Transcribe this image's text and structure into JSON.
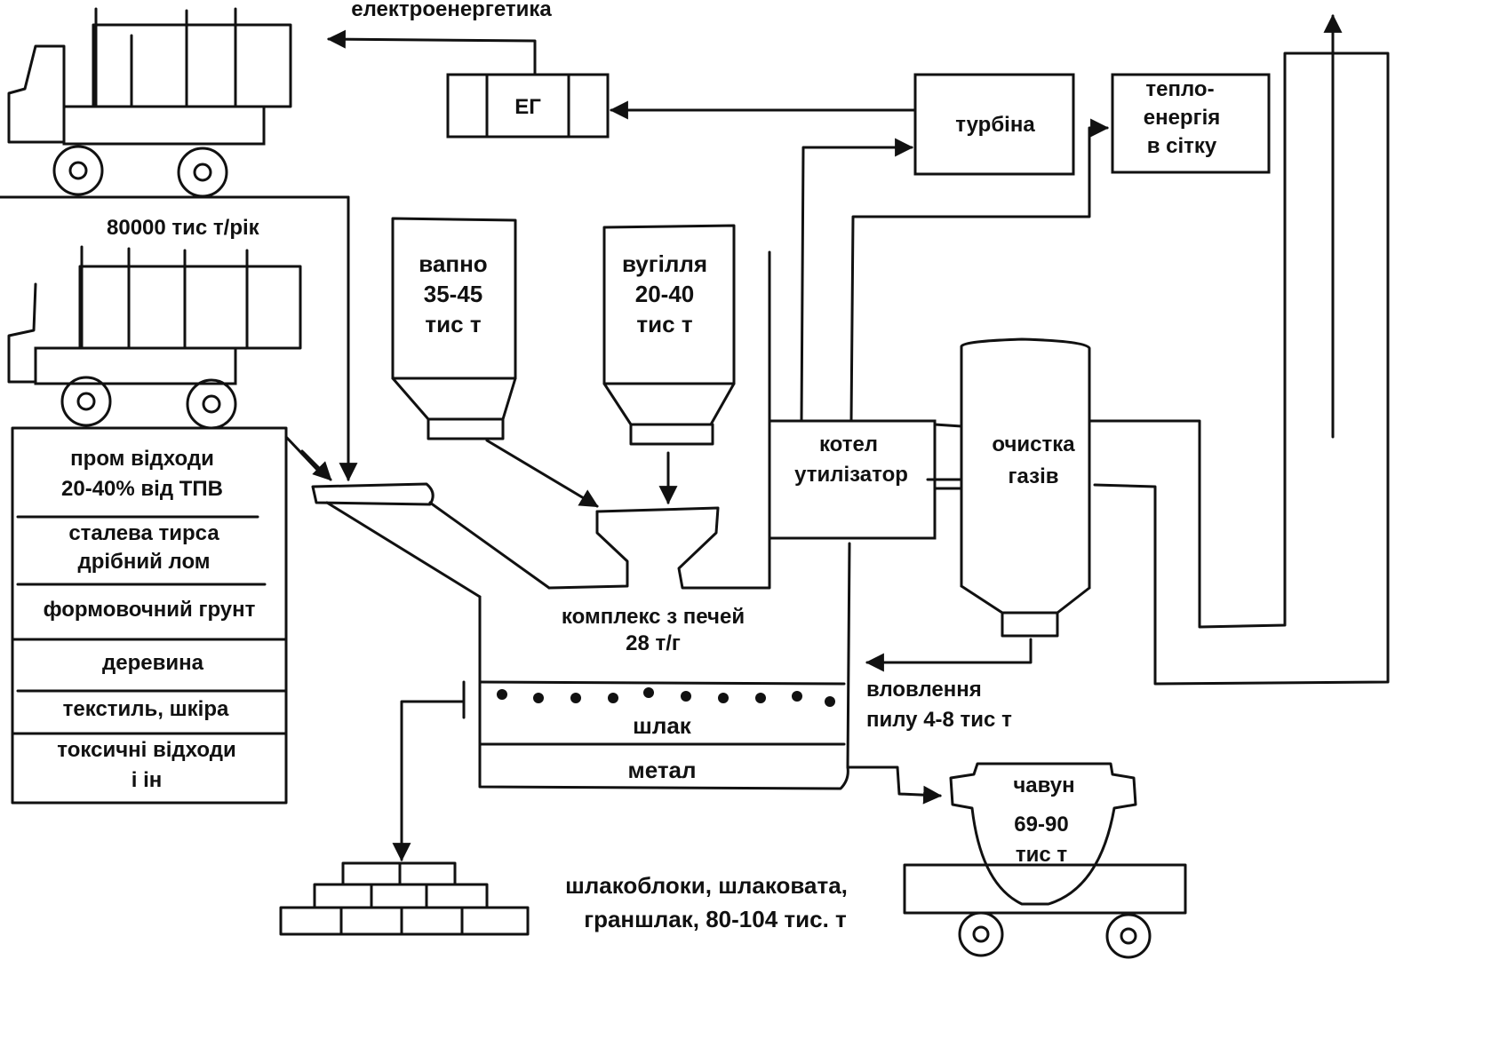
{
  "diagram": {
    "top_label": "електроенергетика",
    "generator": "ЕГ",
    "turbine": "турбіна",
    "heat": [
      "тепло-",
      "енергія",
      "в сітку"
    ],
    "truck_capacity": "80000 тис  т/рік",
    "lime": [
      "вапно",
      "35-45",
      "тис  т"
    ],
    "coal": [
      "вугілля",
      "20-40",
      "тис  т"
    ],
    "boiler": [
      "котел",
      "утилізатор"
    ],
    "gas_cleaning": [
      "очистка",
      "газів"
    ],
    "furnace": [
      "комплекс з печей",
      "28 т/г"
    ],
    "slag": "шлак",
    "metal": "метал",
    "dust": [
      "вловлення",
      "пилу 4-8 тис  т"
    ],
    "cast_iron": [
      "чавун",
      "69-90",
      "тис т"
    ],
    "slag_products": [
      "шлакоблоки, шлаковата,",
      "граншлак, 80-104 тис. т"
    ],
    "waste_list": [
      [
        "пром  відходи",
        "20-40% від ТПВ"
      ],
      [
        "сталева тирса",
        "дрібний лом"
      ],
      [
        "формовочний грунт"
      ],
      [
        "деревина"
      ],
      [
        "текстиль, шкіра"
      ],
      [
        "токсичні відходи",
        "і ін"
      ]
    ]
  }
}
